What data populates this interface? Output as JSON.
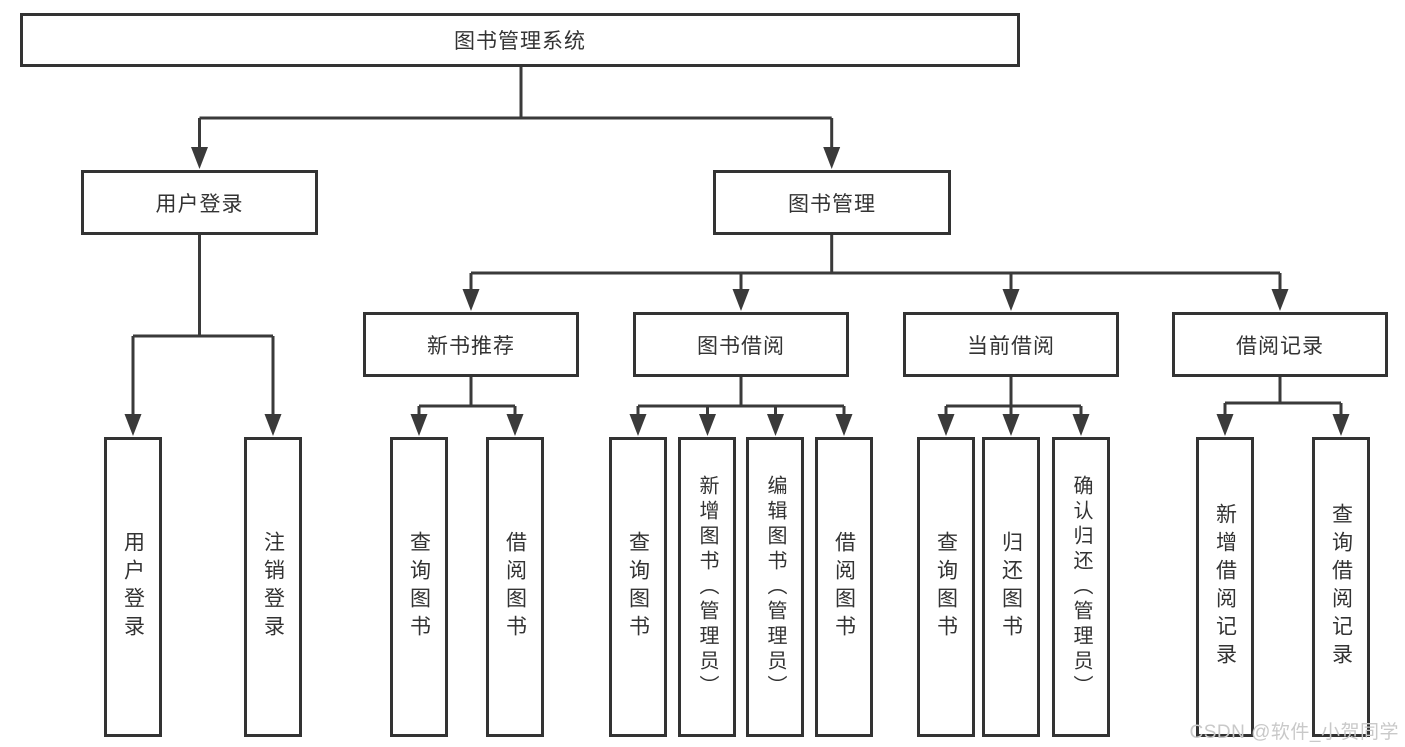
{
  "watermark": "CSDN @软件_小贺同学",
  "colors": {
    "line": "#3a3a3a",
    "box_border": "#333333",
    "text": "#333333",
    "background": "#ffffff",
    "watermark": "#c9c9c9"
  },
  "nodes": {
    "root": "图书管理系统",
    "user_login": {
      "label": "用户登录",
      "leaves": [
        "用户登录",
        "注销登录"
      ]
    },
    "book_mgmt": {
      "label": "图书管理",
      "children": [
        {
          "label": "新书推荐",
          "leaves": [
            "查询图书",
            "借阅图书"
          ]
        },
        {
          "label": "图书借阅",
          "leaves": [
            "查询图书",
            "新增图书（管理员）",
            "编辑图书（管理员）",
            "借阅图书"
          ]
        },
        {
          "label": "当前借阅",
          "leaves": [
            "查询图书",
            "归还图书",
            "确认归还（管理员）"
          ]
        },
        {
          "label": "借阅记录",
          "leaves": [
            "新增借阅记录",
            "查询借阅记录"
          ]
        }
      ]
    }
  }
}
